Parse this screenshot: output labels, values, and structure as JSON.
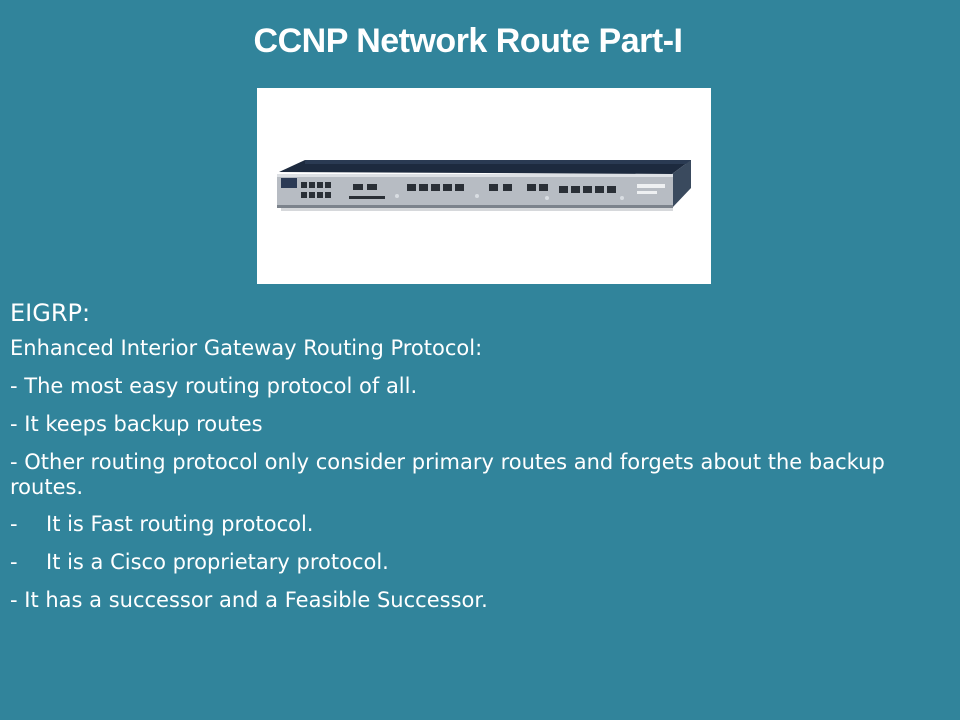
{
  "slide": {
    "title": "CCNP Network Route Part-I",
    "heading": "EIGRP:",
    "lines": [
      "Enhanced Interior Gateway Routing Protocol:",
      "- The most easy routing protocol of all.",
      "- It keeps backup routes",
      "- Other routing protocol only consider primary routes and  forgets about the backup routes."
    ],
    "bullets": [
      {
        "dash": "-",
        "text": "It is Fast routing protocol."
      },
      {
        "dash": "-",
        "text": "It is a Cisco proprietary protocol."
      }
    ],
    "last_line": "- It has a successor and a Feasible Successor."
  },
  "image": {
    "icon": "router-device-image"
  },
  "colors": {
    "background": "#31849b",
    "text": "#ffffff"
  }
}
